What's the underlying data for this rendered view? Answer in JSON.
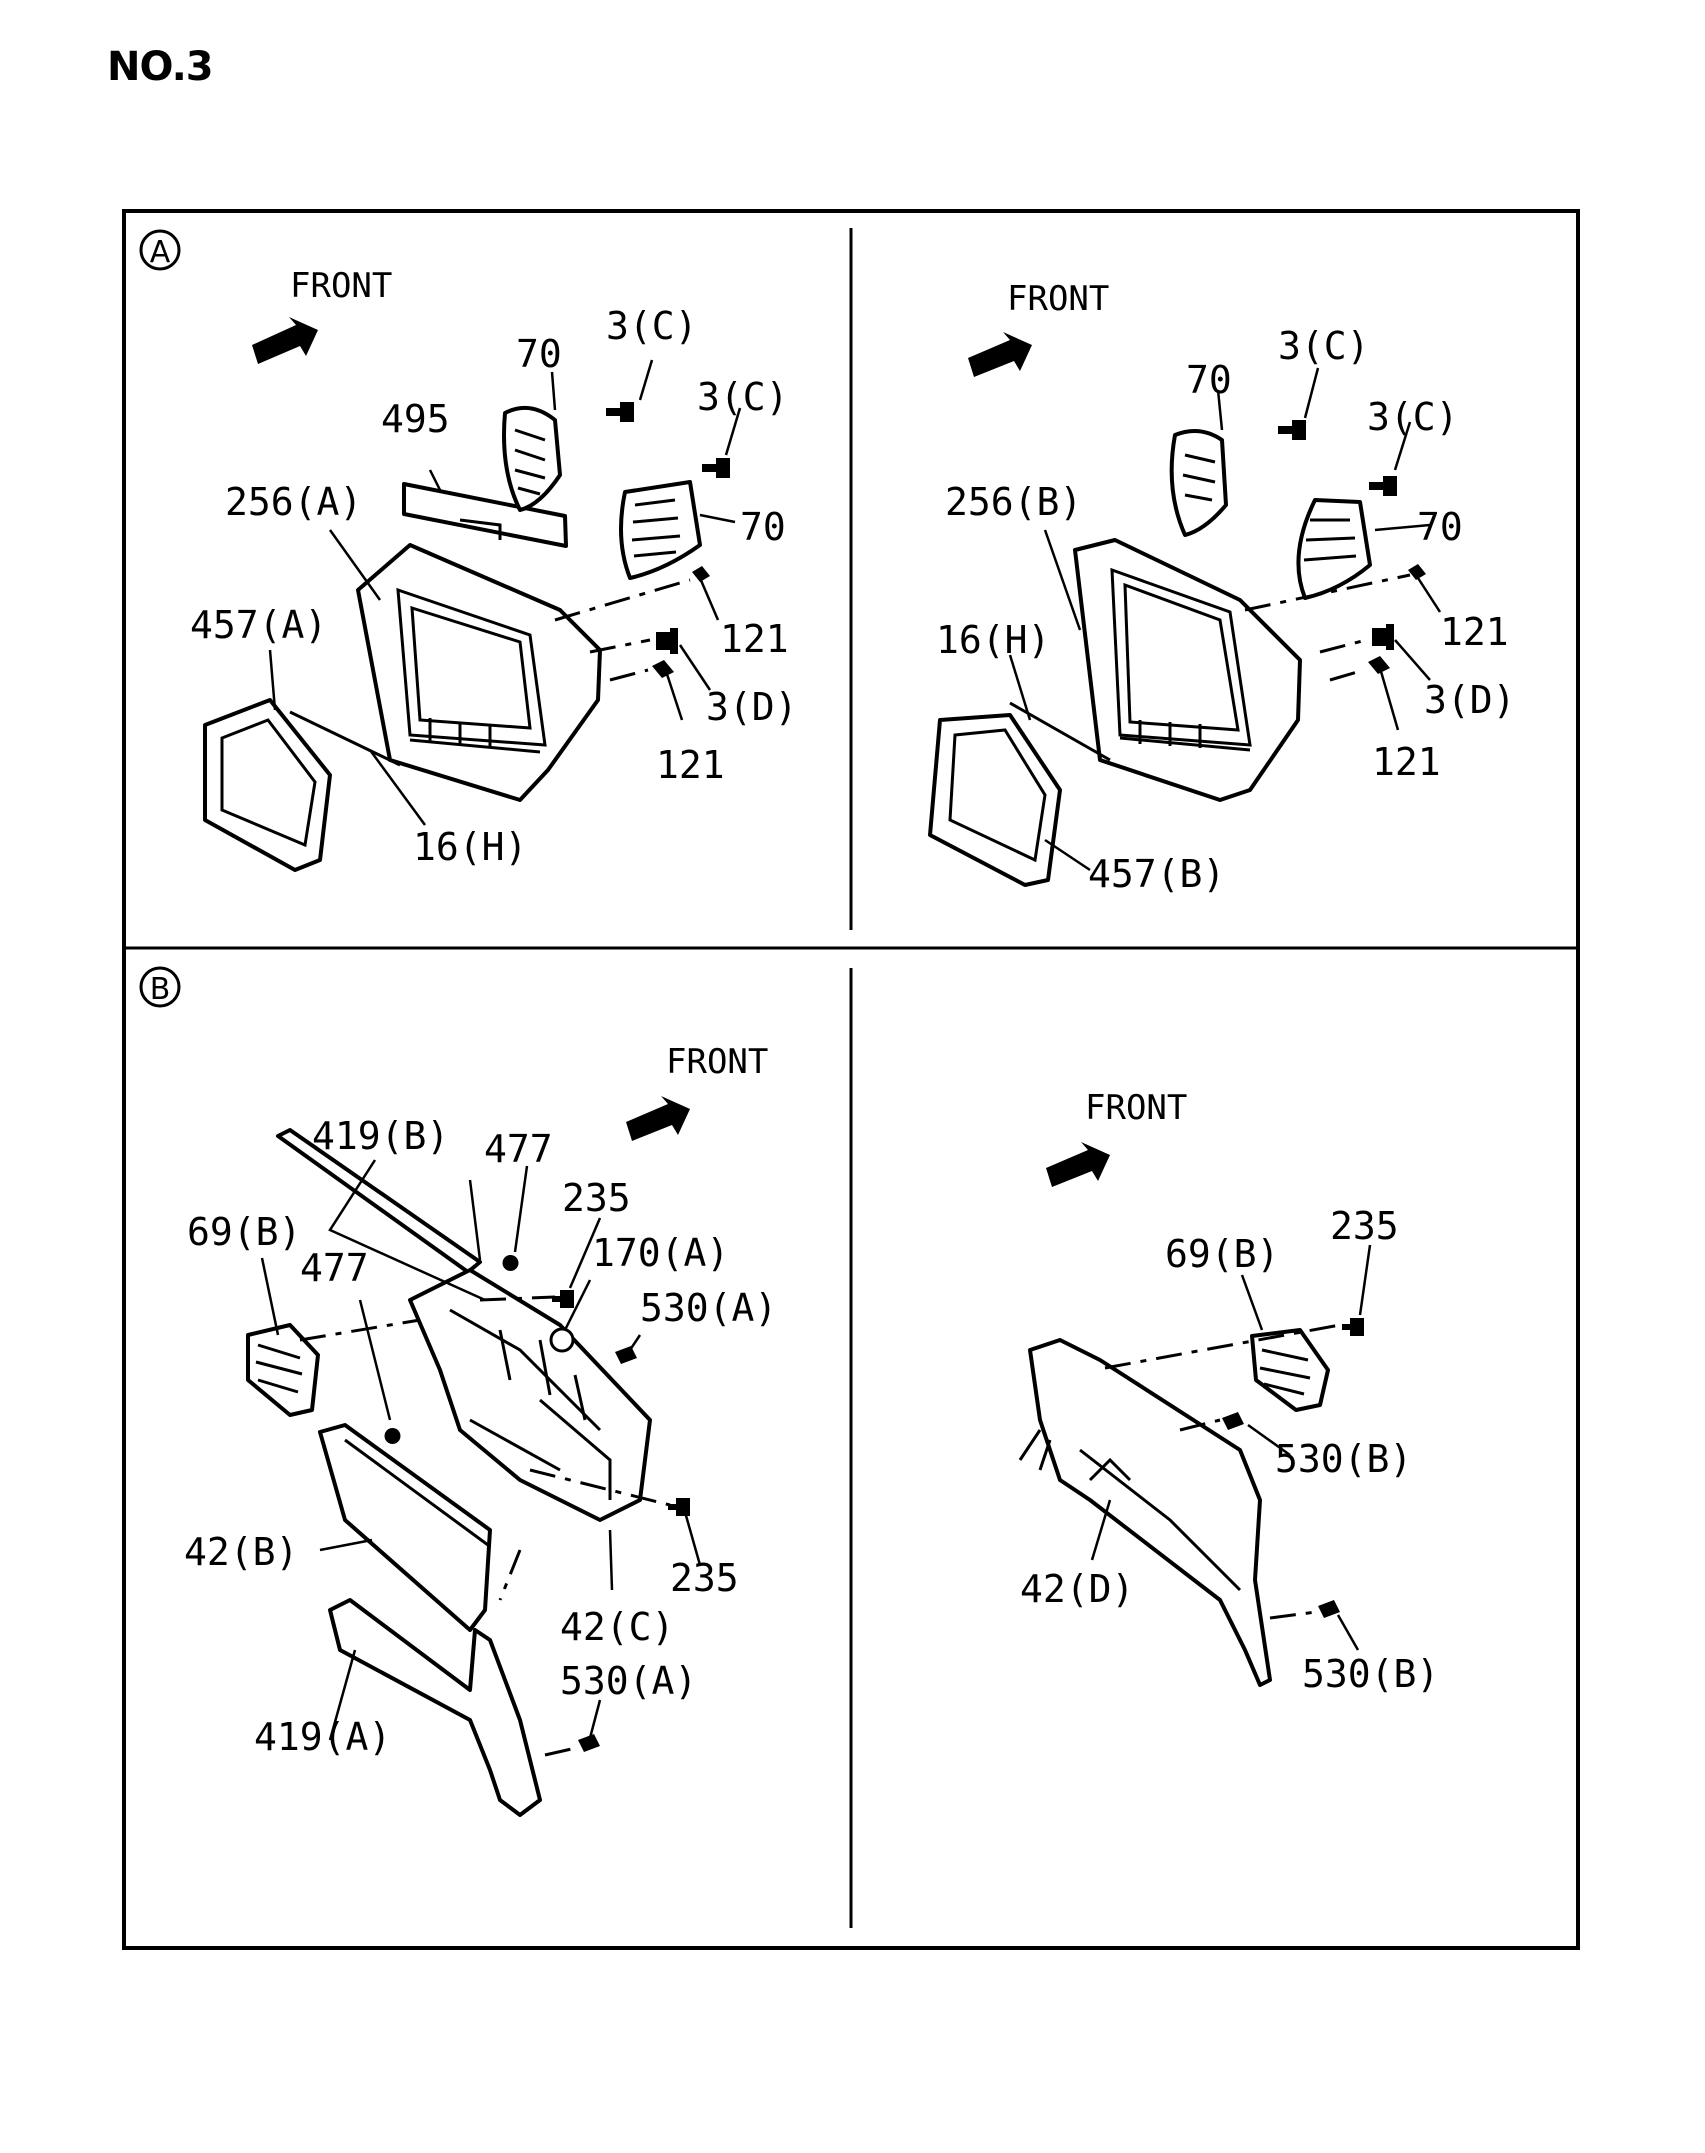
{
  "page": {
    "title": "NO.3"
  },
  "sections": {
    "a": {
      "marker": "A",
      "left": {
        "front": "FRONT",
        "labels": [
          "495",
          "70",
          "3(C)",
          "3(C)",
          "70",
          "256(A)",
          "457(A)",
          "121",
          "3(D)",
          "121",
          "16(H)"
        ]
      },
      "right": {
        "front": "FRONT",
        "labels": [
          "70",
          "3(C)",
          "3(C)",
          "70",
          "256(B)",
          "16(H)",
          "121",
          "3(D)",
          "121",
          "457(B)"
        ]
      }
    },
    "b": {
      "marker": "B",
      "left": {
        "front": "FRONT",
        "labels": [
          "419(B)",
          "477",
          "235",
          "69(B)",
          "477",
          "170(A)",
          "530(A)",
          "42(B)",
          "235",
          "42(C)",
          "530(A)",
          "419(A)"
        ]
      },
      "right": {
        "front": "FRONT",
        "labels": [
          "69(B)",
          "235",
          "530(B)",
          "42(D)",
          "530(B)"
        ]
      }
    }
  }
}
